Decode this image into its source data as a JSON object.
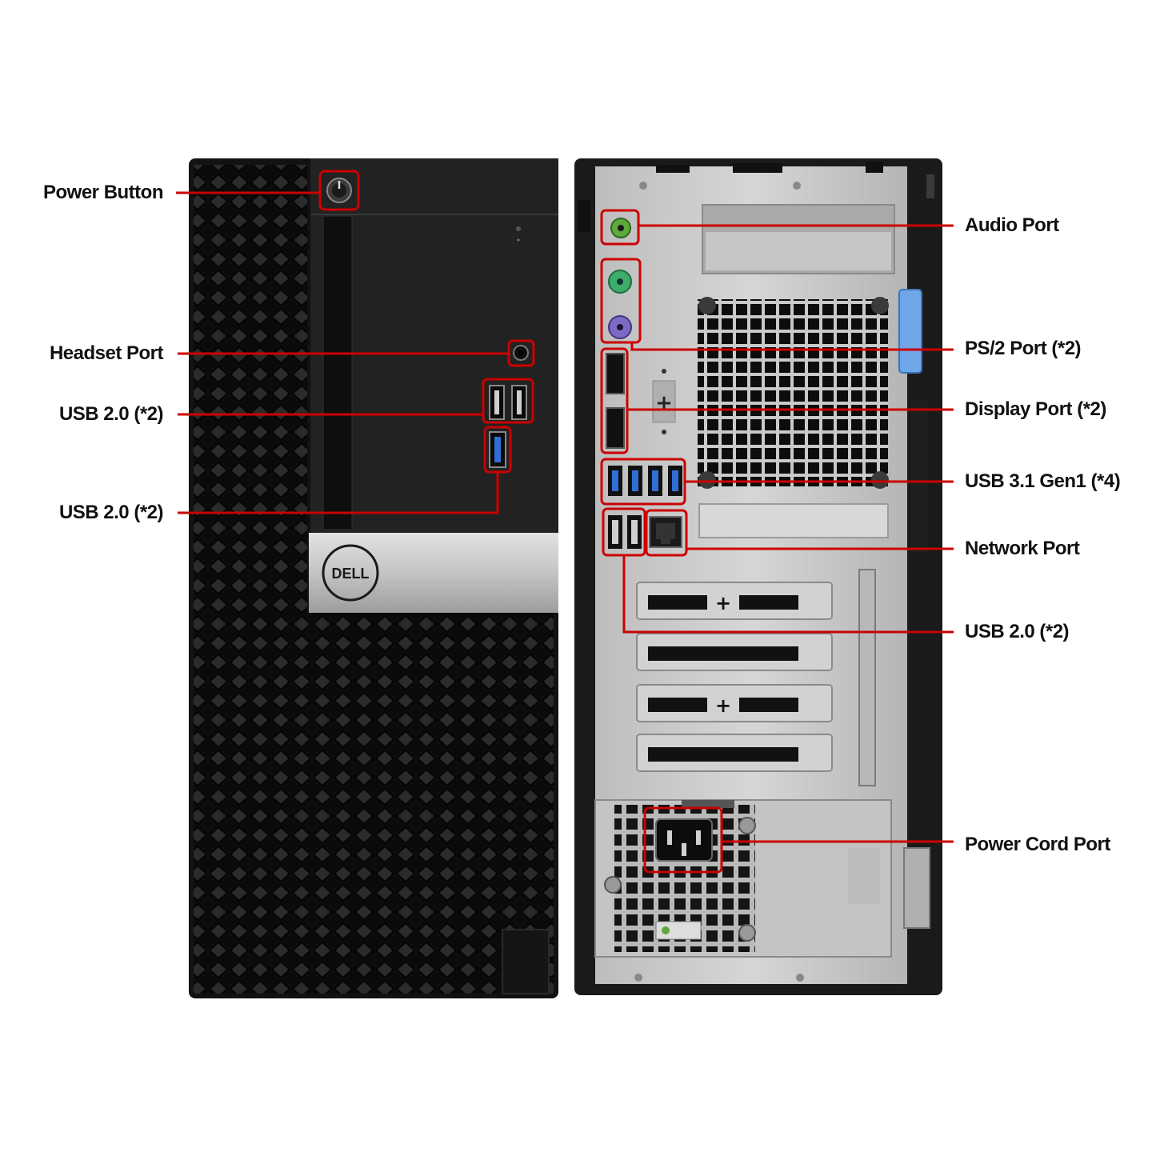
{
  "brand": {
    "logo_text": "DELL"
  },
  "colors": {
    "callout": "#cc0000",
    "label_text": "#111111",
    "background": "#ffffff"
  },
  "labels": {
    "power_button": "Power Button",
    "headset_port": "Headset Port",
    "usb20_front_top": "USB 2.0 (*2)",
    "usb20_front_bottom": "USB 2.0 (*2)",
    "audio_port": "Audio Port",
    "ps2_port": "PS/2 Port (*2)",
    "display_port": "Display Port (*2)",
    "usb31": "USB 3.1 Gen1 (*4)",
    "network_port": "Network Port",
    "usb20_rear": "USB 2.0 (*2)",
    "power_cord_port": "Power Cord Port"
  }
}
